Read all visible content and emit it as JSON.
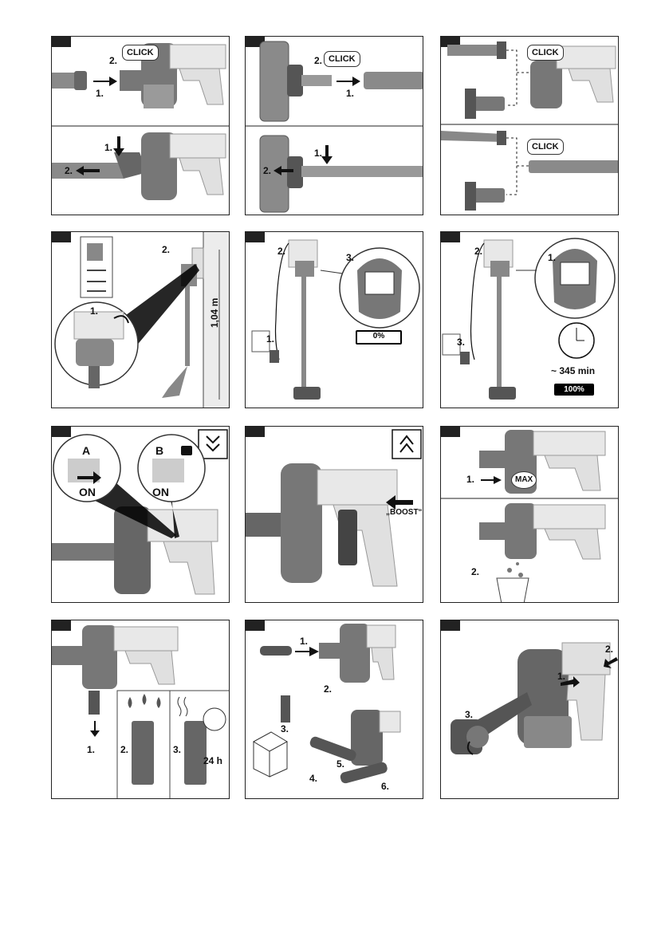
{
  "panels": [
    {
      "steps": [
        "2.",
        "1.",
        "1.",
        "2."
      ],
      "bubble": "CLICK"
    },
    {
      "steps": [
        "2.",
        "1.",
        "1.",
        "2."
      ],
      "bubble": "CLICK"
    },
    {
      "bubbles": [
        "CLICK",
        "CLICK"
      ]
    },
    {
      "steps": [
        "2.",
        "1."
      ],
      "height": "1,04 m"
    },
    {
      "steps": [
        "2.",
        "3.",
        "1."
      ],
      "battery": "0%"
    },
    {
      "steps": [
        "2.",
        "1.",
        "3."
      ],
      "time": "~ 345 min",
      "battery": "100%"
    },
    {
      "labels": [
        "A",
        "B",
        "ON",
        "ON"
      ]
    },
    {
      "label": "„BOOST“"
    },
    {
      "steps": [
        "1.",
        "2."
      ],
      "max": "MAX"
    },
    {
      "steps": [
        "1.",
        "2.",
        "3."
      ],
      "time": "24 h"
    },
    {
      "steps": [
        "1.",
        "2.",
        "3.",
        "4.",
        "5.",
        "6."
      ]
    },
    {
      "steps": [
        "2.",
        "1.",
        "3."
      ]
    }
  ],
  "colors": {
    "body_grey": "#8a8a8a",
    "dark": "#555555",
    "light": "#dcdcdc",
    "frame": "#222222"
  }
}
